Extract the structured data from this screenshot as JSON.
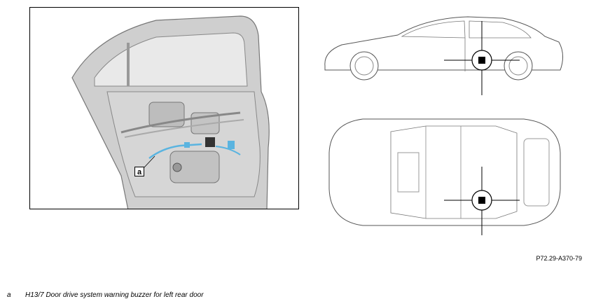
{
  "callout": {
    "label": "a"
  },
  "figure_id": "P72.29-A370-79",
  "legend": [
    {
      "key": "a",
      "text": "H13/7 Door drive system warning buzzer for left rear door"
    }
  ],
  "colors": {
    "highlight": "#5ab4e0",
    "door_gray": "#c9c9c9",
    "line": "#555555"
  }
}
